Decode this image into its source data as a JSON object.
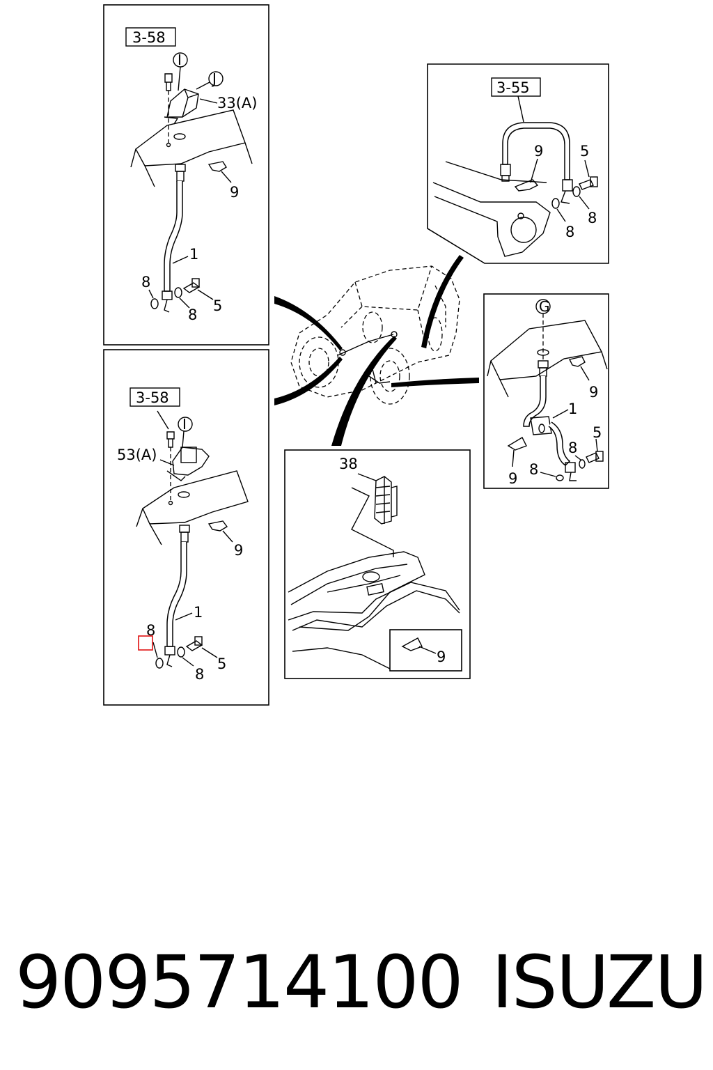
{
  "footer": {
    "part_number": "9095714100",
    "brand": "ISUZU"
  },
  "highlight_color": "#e01010",
  "panels": {
    "top_left": {
      "ref": "3-58",
      "callouts": {
        "i": "I",
        "j": "J"
      },
      "labels": {
        "bracket": "33(A)",
        "clip": "9",
        "hose": "1",
        "washer_left": "8",
        "washer_right": "8",
        "bolt": "5"
      }
    },
    "bottom_left": {
      "ref": "3-58",
      "callouts": {
        "i": "I"
      },
      "labels": {
        "bracket": "53(A)",
        "clip": "9",
        "hose": "1",
        "washer_left": "8",
        "washer_right": "8",
        "bolt": "5"
      }
    },
    "top_right": {
      "ref": "3-55",
      "labels": {
        "clip": "9",
        "bolt": "5",
        "washer_a": "8",
        "washer_b": "8"
      }
    },
    "middle_right": {
      "callouts": {
        "g": "G"
      },
      "labels": {
        "clip_right": "9",
        "hose": "1",
        "bolt": "5",
        "washer_a": "8",
        "washer_b": "8",
        "clip_left": "9"
      }
    },
    "bottom_center": {
      "labels": {
        "junction": "38",
        "clip": "9"
      }
    }
  }
}
